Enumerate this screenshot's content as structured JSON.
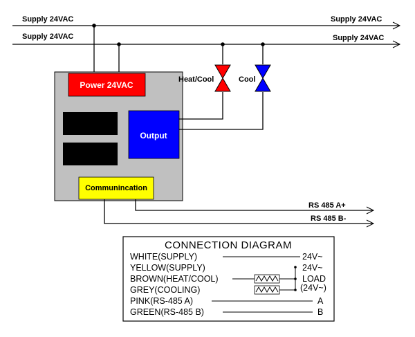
{
  "supply": {
    "line1_left": "Supply 24VAC",
    "line1_right": "Supply 24VAC",
    "line2_left": "Supply 24VAC",
    "line2_right": "Supply 24VAC"
  },
  "blocks": {
    "power": "Power 24VAC",
    "output": "Output",
    "communication": "Communincation"
  },
  "valves": {
    "heat_cool": "Heat/Cool",
    "cool": "Cool"
  },
  "rs485": {
    "a": "RS 485 A+",
    "b": "RS 485 B-"
  },
  "connection_diagram": {
    "title": "CONNECTION DIAGRAM",
    "rows": [
      {
        "label": "WHITE(SUPPLY)",
        "right": "24V~"
      },
      {
        "label": "YELLOW(SUPPLY)",
        "right": "24V~"
      },
      {
        "label": "BROWN(HEAT/COOL)",
        "right": "LOAD"
      },
      {
        "label": "GREY(COOLING)",
        "right": "(24V~)"
      },
      {
        "label": "PINK(RS-485 A)",
        "right": "A"
      },
      {
        "label": "GREEN(RS-485 B)",
        "right": "B"
      }
    ]
  },
  "colors": {
    "power_block": "#ff0000",
    "output_block": "#0000ff",
    "communication_block": "#ffff00",
    "controller_body": "#c0c0c0",
    "display_blocks": "#000000",
    "heat_cool_valve": "#ff0000",
    "cool_valve": "#0000ff"
  }
}
